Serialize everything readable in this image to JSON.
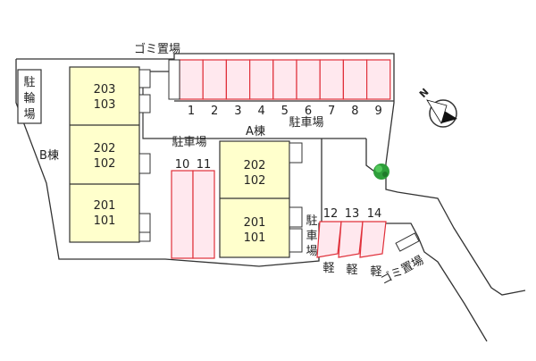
{
  "labels": {
    "trash_top": "ゴミ置場",
    "trash_bottom": "ゴミ置場",
    "parking_main": "駐車場",
    "parking_mid": "駐車場",
    "parking_right": "駐車場",
    "bike_parking": "駐輪場",
    "building_a": "A棟",
    "building_b": "B棟",
    "compass_letter": "N"
  },
  "units_b": [
    {
      "top": "203",
      "bottom": "103"
    },
    {
      "top": "202",
      "bottom": "102"
    },
    {
      "top": "201",
      "bottom": "101"
    }
  ],
  "units_a": [
    {
      "top": "202",
      "bottom": "102"
    },
    {
      "top": "201",
      "bottom": "101"
    }
  ],
  "slots_top": [
    "1",
    "2",
    "3",
    "4",
    "5",
    "6",
    "7",
    "8",
    "9"
  ],
  "slots_mid": [
    "10",
    "11"
  ],
  "slots_right": [
    "12",
    "13",
    "14"
  ],
  "kei_labels": [
    "軽",
    "軽",
    "軽"
  ],
  "colors": {
    "building_fill": "#ffffcc",
    "parking_fill": "#ffe8ee",
    "parking_stroke": "#e0303a",
    "tree": "#2e9e3a"
  }
}
